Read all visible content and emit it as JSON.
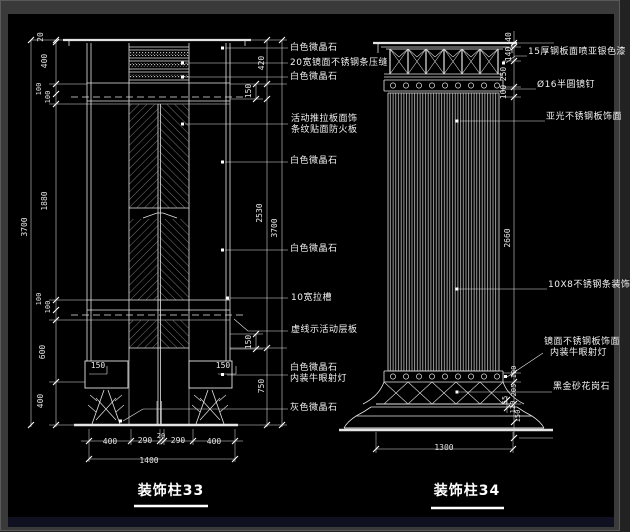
{
  "window": {
    "canvas_bg": "#000000",
    "frame_color": "#3a3a3a",
    "bottom_bar_color": "#101120",
    "line_color": "#e6e6e6"
  },
  "drawing33": {
    "title": "装饰柱33",
    "labels": {
      "l1": "白色微晶石",
      "l2": "20宽镜面不锈钢条压缝",
      "l3": "白色微晶石",
      "l4": "活动推拉板面饰",
      "l5": "条纹贴面防火板",
      "l6": "白色微晶石",
      "l7": "白色微晶石",
      "l8": "10宽拉槽",
      "l9": "虚线示活动层板",
      "l10": "白色微晶石",
      "l11": "内装牛眼射灯",
      "l12": "灰色微晶石"
    },
    "dims": {
      "d20": "20",
      "d400t": "400",
      "d100a": "100",
      "d100b": "100",
      "d1880": "1880",
      "d3700l": "3700",
      "d100c": "100",
      "d100d": "100",
      "d600": "600",
      "d400b": "400",
      "d420": "420",
      "d150a": "150",
      "d2530": "2530",
      "d3700r": "3700",
      "d150b": "150",
      "d750": "750",
      "d150l": "150",
      "d150r": "150",
      "b400a": "400",
      "b290a": "290",
      "b20": "20",
      "b290b": "290",
      "b400b": "400",
      "b1400": "1400"
    }
  },
  "drawing34": {
    "title": "装饰柱34",
    "labels": {
      "r1": "15厚钢板面喷亚银色漆",
      "r2": "Ø16半圆镜钉",
      "r3": "亚光不锈钢板饰面",
      "r4": "10X8不锈钢条装饰",
      "r5": "镜面不锈钢板饰面",
      "r6": "内装牛眼射灯",
      "r7": "黑金砂花岗石"
    },
    "dims": {
      "d40": "40",
      "d140": "140",
      "d250": "250",
      "d100": "100",
      "d2660": "2660",
      "db100": "100",
      "d205": "205",
      "d55": "55",
      "d120": "120",
      "d150": "150",
      "b1300": "1300"
    }
  }
}
